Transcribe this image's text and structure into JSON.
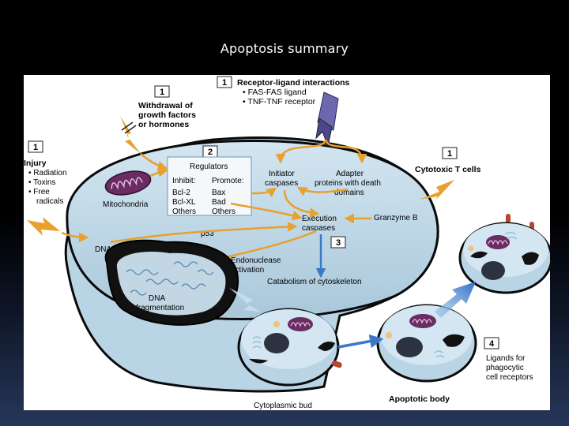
{
  "title": "Apoptosis summary",
  "labels": {
    "receptor_title": "Receptor-ligand interactions",
    "receptor_1": "• FAS-FAS ligand",
    "receptor_2": "• TNF-TNF  receptor",
    "withdrawal_1": "Withdrawal of",
    "withdrawal_2": "growth factors",
    "withdrawal_3": "or hormones",
    "injury": "Injury",
    "injury_1": "• Radiation",
    "injury_2": "• Toxins",
    "injury_3": "• Free",
    "injury_4": "radicals",
    "mitochondria": "Mitochondria",
    "regulators": "Regulators",
    "inhibit": "Inhibit:",
    "promote": "Promote:",
    "bcl2": "Bcl-2",
    "bclxl": "Bcl-XL",
    "others_inhibit": "Others",
    "bax": "Bax",
    "bad": "Bad",
    "others_promote": "Others",
    "initiator_1": "Initiator",
    "initiator_2": "caspases",
    "adapter_1": "Adapter",
    "adapter_2": "proteins with death",
    "adapter_3": "domains",
    "cytotoxic": "Cytotoxic T cells",
    "granzyme": "Granzyme B",
    "execution_1": "Execution",
    "execution_2": "caspases",
    "dna": "DNA",
    "p53": "p53",
    "endonuclease_1": "Endonuclease",
    "endonuclease_2": "activation",
    "catabolism": "Catabolism of cytoskeleton",
    "dna_frag_1": "DNA",
    "dna_frag_2": "fragmentation",
    "cytoplasmic_bud": "Cytoplasmic bud",
    "apoptotic_body": "Apoptotic body",
    "ligands_1": "Ligands for",
    "ligands_2": "phagocytic",
    "ligands_3": "cell receptors"
  },
  "step_numbers": {
    "receptor": "1",
    "withdrawal": "1",
    "injury": "1",
    "cytotoxic": "1",
    "regulators": "2",
    "execution": "3",
    "ligands": "4"
  },
  "colors": {
    "cell_fill": "#c4dbe9",
    "cell_edge": "#0a0a0a",
    "arrow_orange": "#e8a02e",
    "arrow_blue": "#3a78c8",
    "mito": "#6a2c62",
    "nucleus": "#2d3240"
  }
}
